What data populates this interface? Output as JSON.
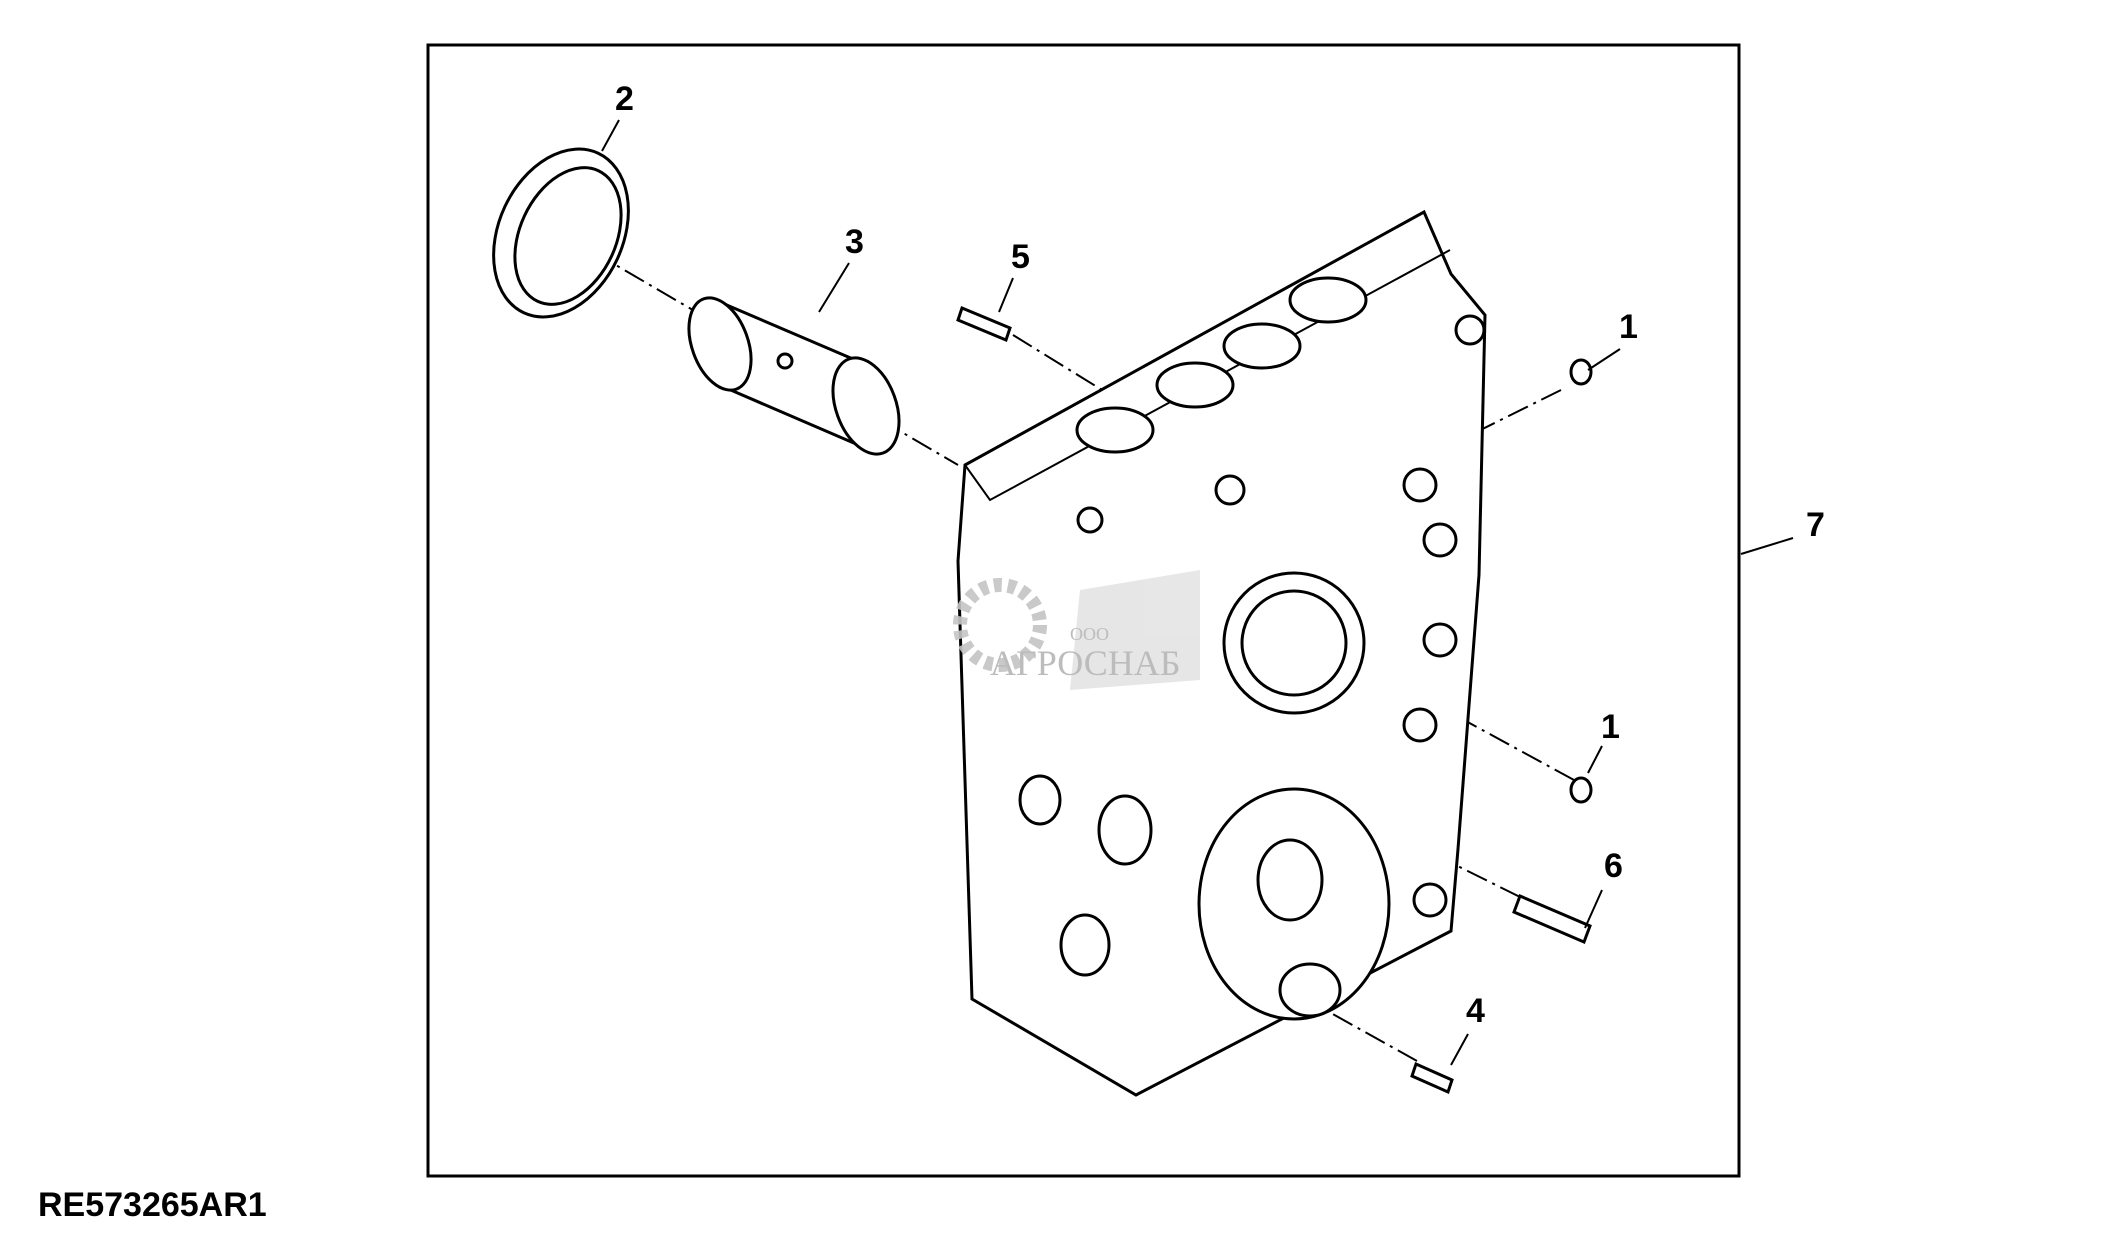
{
  "figure": {
    "reference_code": "RE573265AR1",
    "callouts": [
      "2",
      "3",
      "5",
      "1",
      "7",
      "1",
      "6",
      "4"
    ]
  },
  "watermark": {
    "company_prefix": "ООО",
    "company_name": "АГРОСНАБ"
  }
}
